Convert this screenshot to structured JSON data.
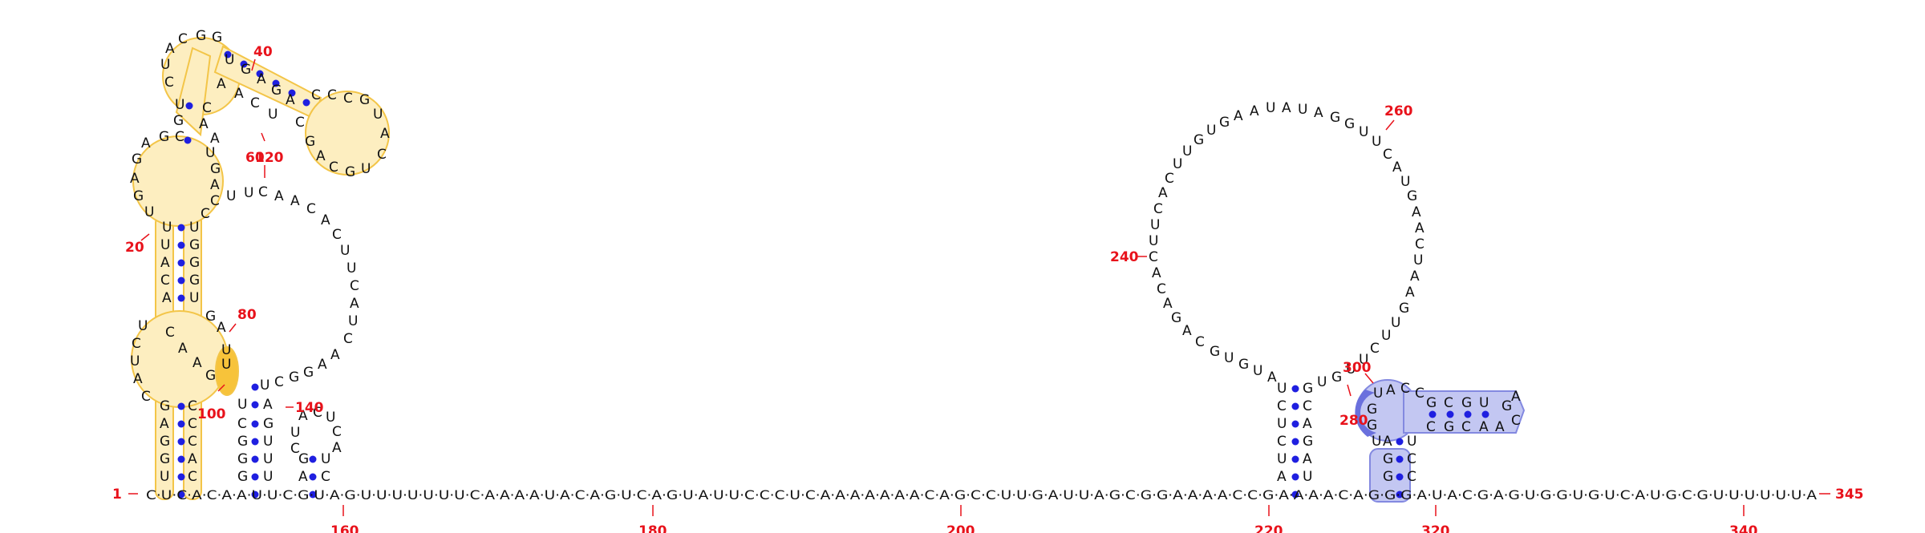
{
  "diagram": {
    "type": "rna-secondary-structure",
    "sequence_bottom": "C·U·C·A·C·A·A·U·U·C·G·U·A·G·U·U·U·U·U·U·U·C·A·A·A·A·U·A·C·A·G·U·C·A·G·U·A·U·U·C·C·C·U·C·A·A·A·A·A·A·A·C·A·G·C·C·U·U·G·A·U·U·A·G·C·G·G·A·A·A·A·C·C·G·A·A·A·A·C·A·G·G·G·A·U·A·C·G·A·G·U·G·G·U·G·U·C·A·U·G·C·G·U·U·U·U·U·U·A",
    "highlight_colors": {
      "yellow_fill": "#fdeec0",
      "yellow_stroke": "#f3c548",
      "orange_fill": "#f7c33a",
      "blue_fill": "#c3c7f2",
      "blue_stroke": "#8389e0",
      "blue_dark": "#6a70dd",
      "pair_dot": "#1f1fe0",
      "numbering": "#e8121b"
    },
    "position_labels": [
      {
        "id": "n1",
        "text": "1"
      },
      {
        "id": "n20",
        "text": "20"
      },
      {
        "id": "n40",
        "text": "40"
      },
      {
        "id": "n60",
        "text": "60"
      },
      {
        "id": "n80",
        "text": "80"
      },
      {
        "id": "n100",
        "text": "100"
      },
      {
        "id": "n120",
        "text": "120"
      },
      {
        "id": "n140",
        "text": "140"
      },
      {
        "id": "n160",
        "text": "160"
      },
      {
        "id": "n180",
        "text": "180"
      },
      {
        "id": "n200",
        "text": "200"
      },
      {
        "id": "n220",
        "text": "220"
      },
      {
        "id": "n240",
        "text": "240"
      },
      {
        "id": "n260",
        "text": "260"
      },
      {
        "id": "n280",
        "text": "280"
      },
      {
        "id": "n300",
        "text": "300"
      },
      {
        "id": "n320",
        "text": "320"
      },
      {
        "id": "n340",
        "text": "340"
      },
      {
        "id": "n345",
        "text": "345"
      }
    ]
  }
}
